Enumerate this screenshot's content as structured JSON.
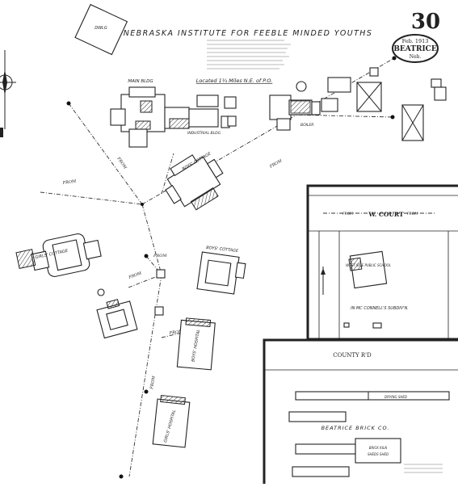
{
  "sheet": {
    "number": "30",
    "date": "Feb. 1913",
    "city": "BEATRICE",
    "state": "Neb."
  },
  "title": "NEBRASKA INSTITUTE FOR FEEBLE MINDED YOUTHS",
  "located": "Located 1¼ Miles N.E. of P.O.",
  "labels": {
    "main_bldg": "MAIN BLDG",
    "dwelling": "DWLG",
    "boys_cottage_1": "BOYS' COTTAGE",
    "boys_cottage_2": "BOYS' COTTAGE",
    "girls_cottage": "GIRLS' COTTAGE",
    "boys_hospital": "BOYS' HOSPITAL",
    "girls_hospital": "GIRLS' HOSPITAL",
    "industrial": "INDUSTRIAL BLDG",
    "boiler": "BOILER",
    "from": "FROM",
    "w_court": "W. COURT",
    "west_side_school": "WEST SIDE PUBLIC SCHOOL",
    "mc_connells": "IN MC CONNELL'S SUBDIV'N.",
    "county_rd": "COUNTY R'D",
    "beatrice_brick": "BEATRICE BRICK CO.",
    "drying_shed": "DRYING SHED",
    "brick_kiln": "BRICK KILN",
    "sheds_shed": "SHEDS SHED"
  }
}
